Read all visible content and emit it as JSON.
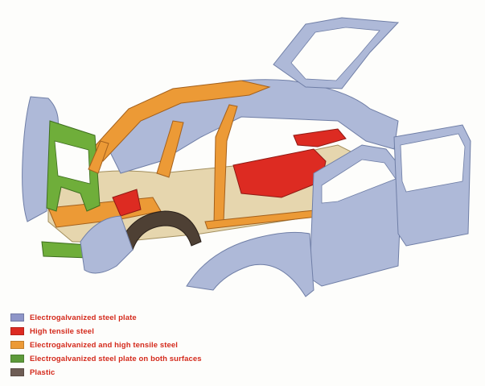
{
  "materials": {
    "electrogalvanized": {
      "color": "#aeb9d8"
    },
    "high_tensile": {
      "color": "#dd2b22"
    },
    "electro_high_tensile": {
      "color": "#ec9a36"
    },
    "electro_both": {
      "color": "#6fae3a"
    },
    "plastic": {
      "color": "#4e4034"
    },
    "underbody_beige": {
      "color": "#e6d6ae"
    }
  },
  "legend": [
    {
      "key": "electrogalvanized",
      "label": "Electrogalvanized steel plate",
      "color": "#8e95c8"
    },
    {
      "key": "high_tensile",
      "label": "High tensile steel",
      "color": "#dd2b22"
    },
    {
      "key": "electro_high_tensile",
      "label": "Electrogalvanized and high tensile steel",
      "color": "#ec9a36"
    },
    {
      "key": "electro_both",
      "label": "Electrogalvanized steel plate on both surfaces",
      "color": "#5d9a3a"
    },
    {
      "key": "plastic",
      "label": "Plastic",
      "color": "#6e5d55"
    }
  ]
}
